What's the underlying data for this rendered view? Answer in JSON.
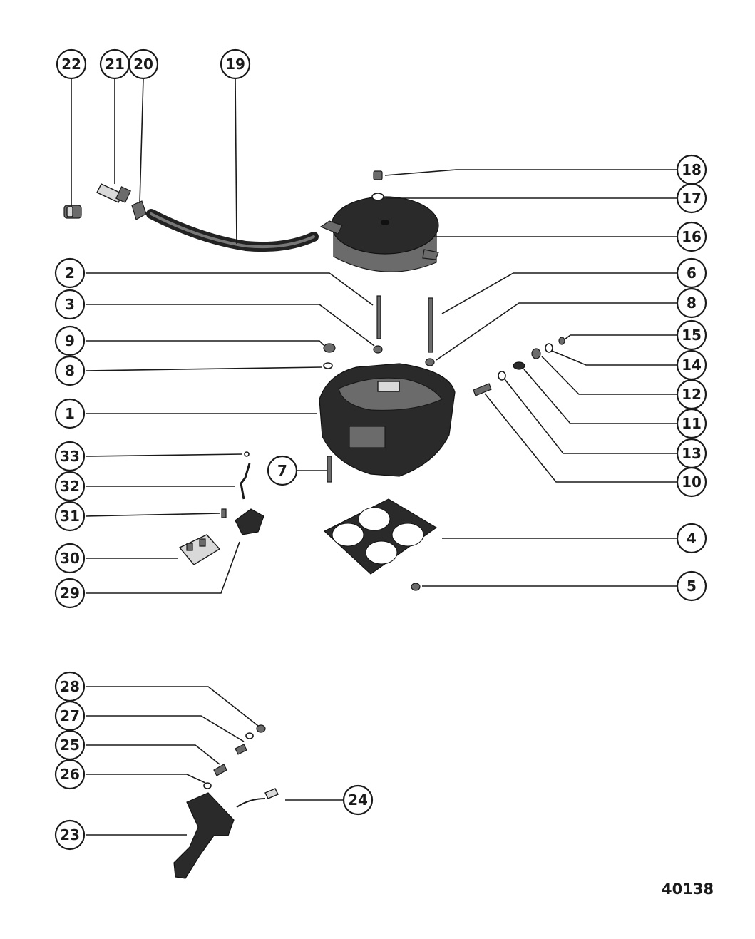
{
  "figure_number": "40138",
  "callouts": [
    "1",
    "2",
    "3",
    "4",
    "5",
    "6",
    "7",
    "8",
    "8",
    "9",
    "10",
    "11",
    "12",
    "13",
    "14",
    "15",
    "16",
    "17",
    "18",
    "19",
    "20",
    "21",
    "22",
    "23",
    "24",
    "25",
    "26",
    "27",
    "28",
    "29",
    "30",
    "31",
    "32",
    "33"
  ]
}
